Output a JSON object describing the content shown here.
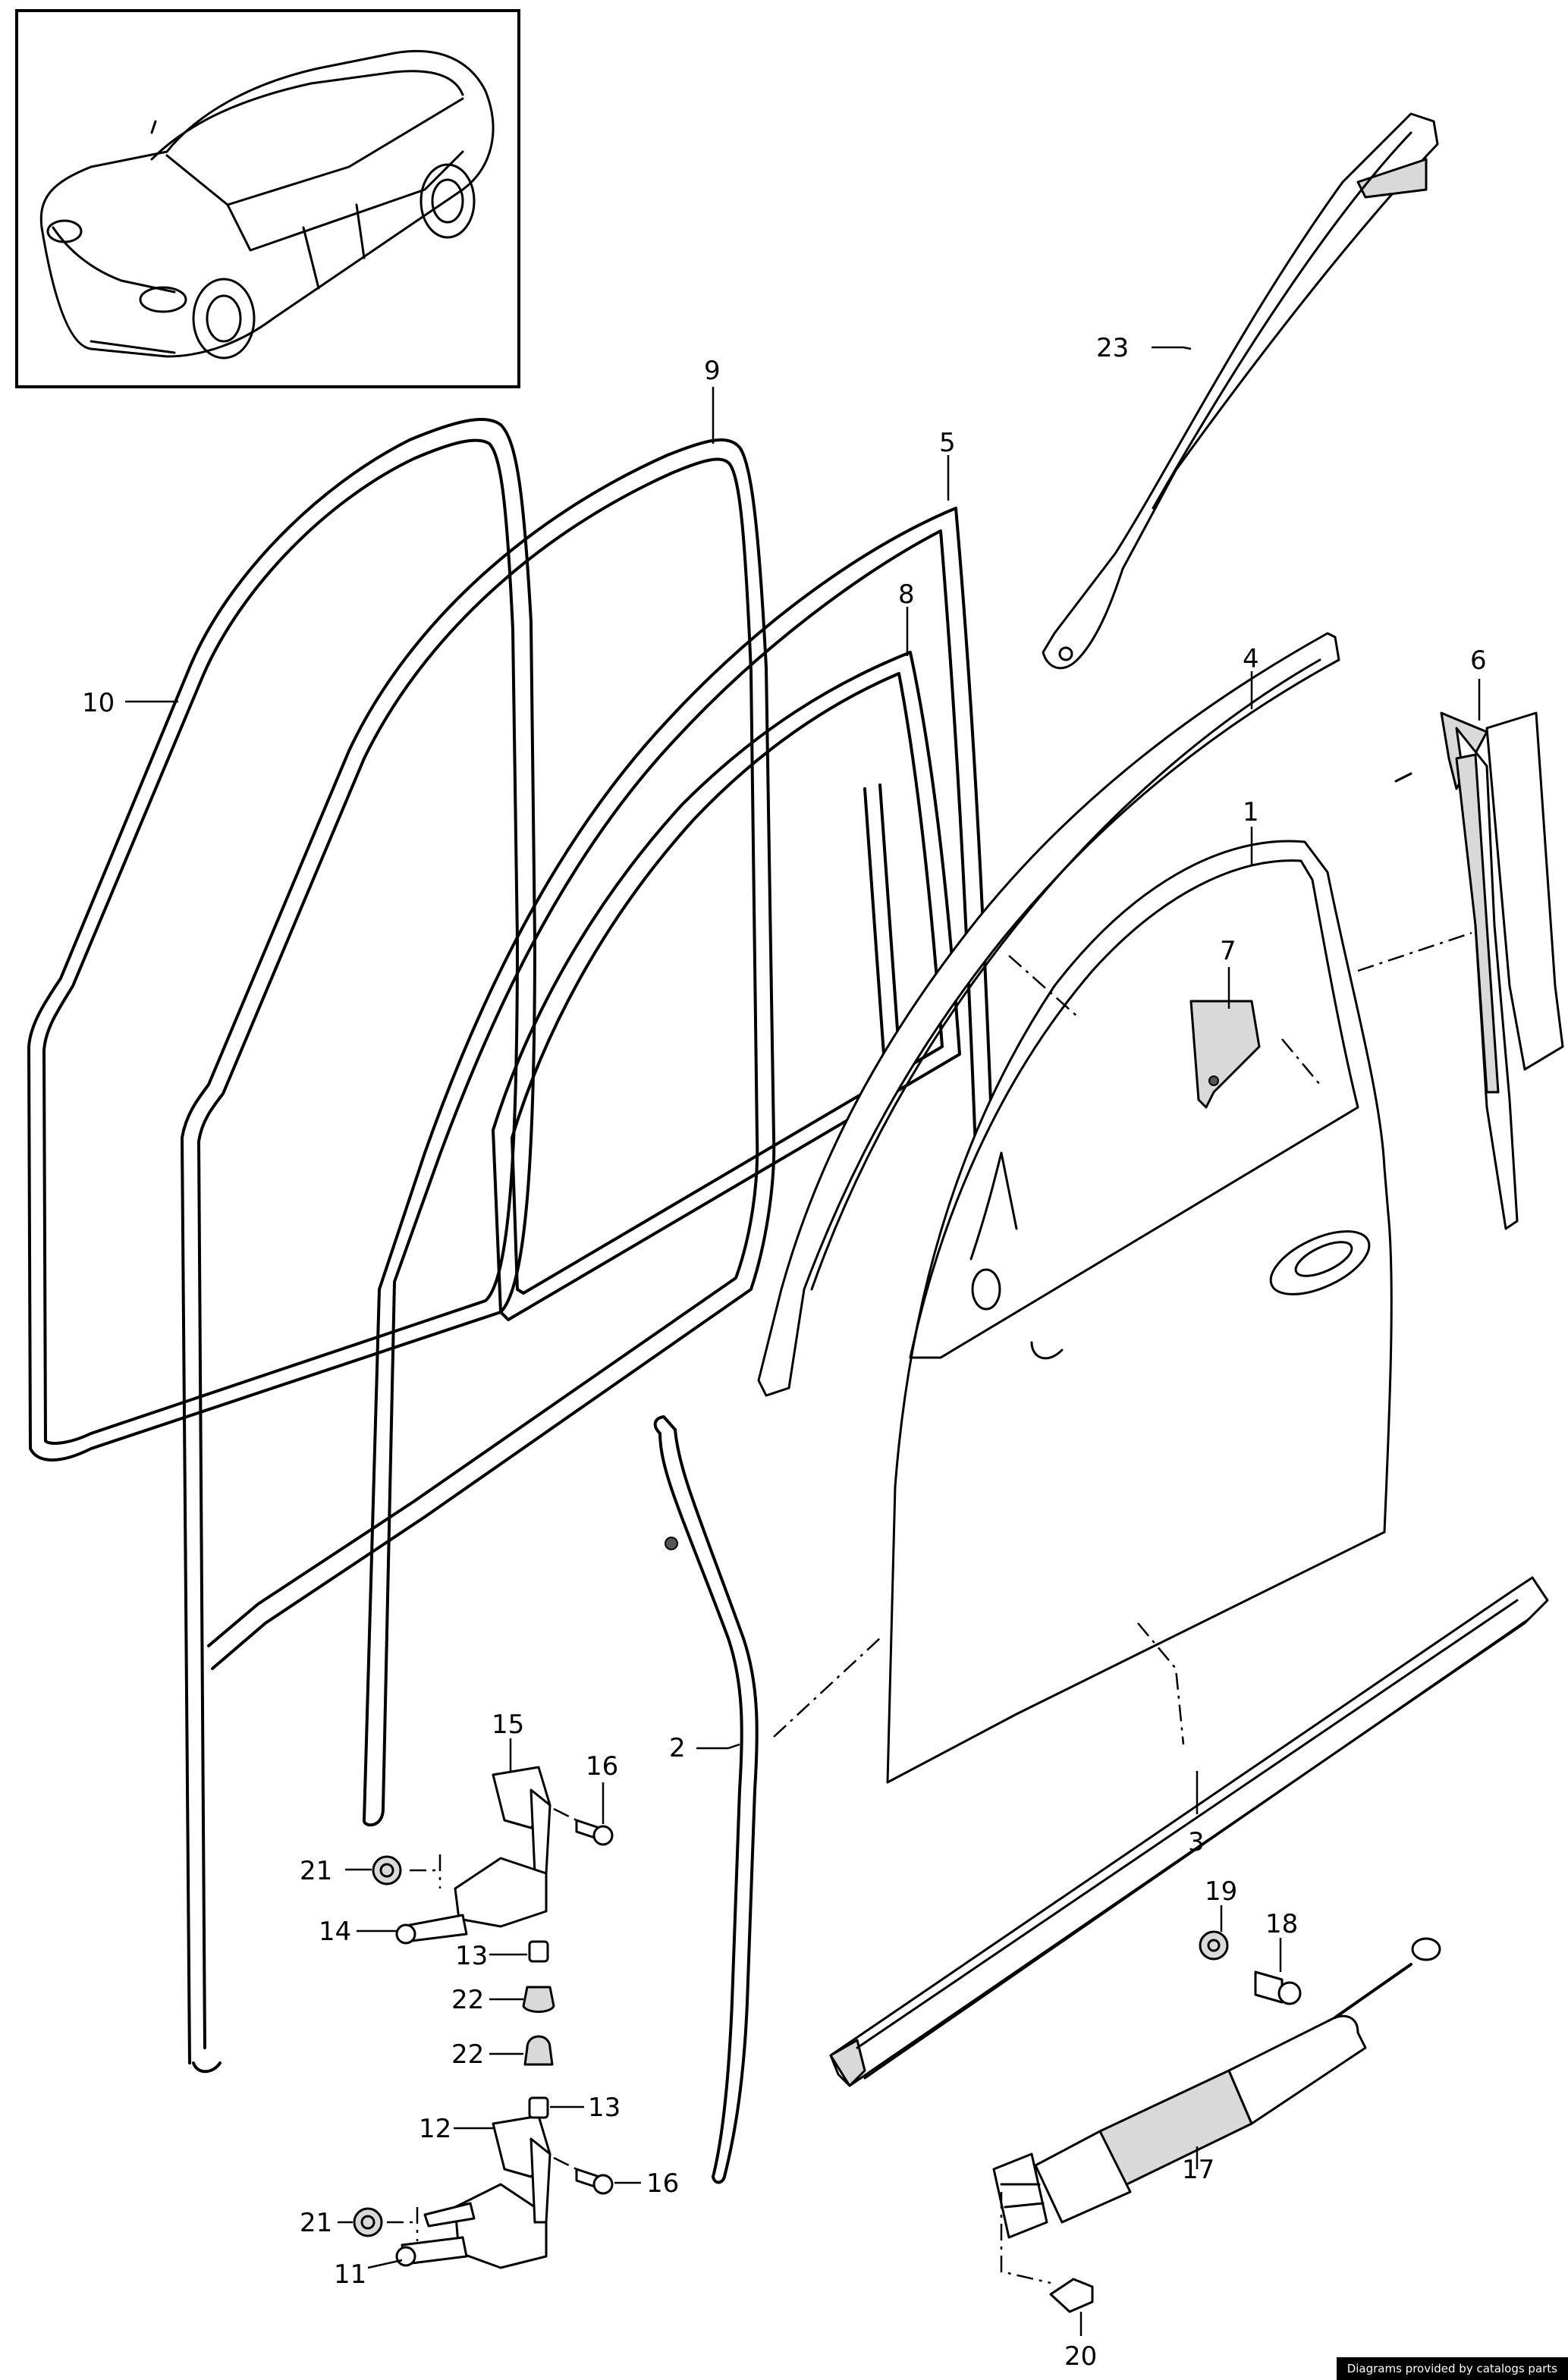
{
  "credit": "Diagrams provided by catalogs parts",
  "icons": {
    "thumbnail": "car-thumbnail-icon"
  },
  "callouts": [
    {
      "id": "c1",
      "text": "1"
    },
    {
      "id": "c2",
      "text": "2"
    },
    {
      "id": "c3",
      "text": "3"
    },
    {
      "id": "c4",
      "text": "4"
    },
    {
      "id": "c5",
      "text": "5"
    },
    {
      "id": "c6",
      "text": "6"
    },
    {
      "id": "c7",
      "text": "7"
    },
    {
      "id": "c8",
      "text": "8"
    },
    {
      "id": "c9",
      "text": "9"
    },
    {
      "id": "c10",
      "text": "10"
    },
    {
      "id": "c11",
      "text": "11"
    },
    {
      "id": "c12",
      "text": "12"
    },
    {
      "id": "c13a",
      "text": "13"
    },
    {
      "id": "c13b",
      "text": "13"
    },
    {
      "id": "c14",
      "text": "14"
    },
    {
      "id": "c15",
      "text": "15"
    },
    {
      "id": "c16a",
      "text": "16"
    },
    {
      "id": "c16b",
      "text": "16"
    },
    {
      "id": "c17",
      "text": "17"
    },
    {
      "id": "c18",
      "text": "18"
    },
    {
      "id": "c19",
      "text": "19"
    },
    {
      "id": "c20",
      "text": "20"
    },
    {
      "id": "c21a",
      "text": "21"
    },
    {
      "id": "c21b",
      "text": "21"
    },
    {
      "id": "c22a",
      "text": "22"
    },
    {
      "id": "c22b",
      "text": "22"
    },
    {
      "id": "c23",
      "text": "23"
    }
  ]
}
